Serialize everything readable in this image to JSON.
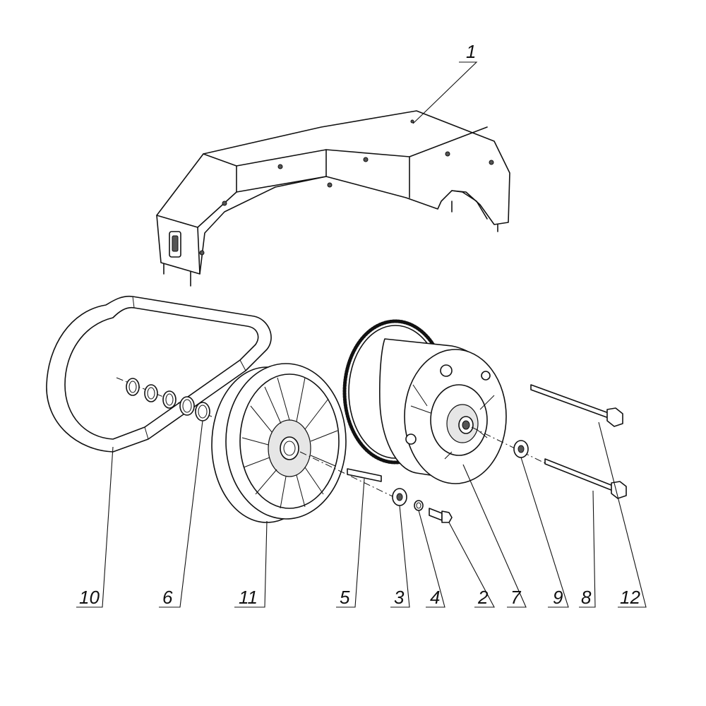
{
  "callouts": [
    {
      "id": "c1",
      "text": "1"
    },
    {
      "id": "c10",
      "text": "10"
    },
    {
      "id": "c6",
      "text": "6"
    },
    {
      "id": "c11",
      "text": "11"
    },
    {
      "id": "c5",
      "text": "5"
    },
    {
      "id": "c3",
      "text": "3"
    },
    {
      "id": "c4",
      "text": "4"
    },
    {
      "id": "c2",
      "text": "2"
    },
    {
      "id": "c7",
      "text": "7"
    },
    {
      "id": "c9",
      "text": "9"
    },
    {
      "id": "c8",
      "text": "8"
    },
    {
      "id": "c12",
      "text": "12"
    }
  ]
}
